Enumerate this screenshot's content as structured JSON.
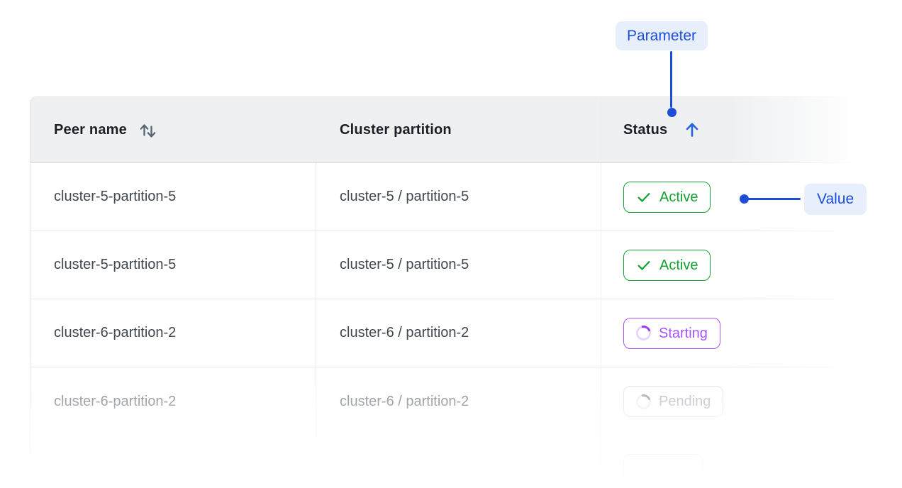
{
  "annotations": {
    "parameter_label": "Parameter",
    "value_label": "Value"
  },
  "table": {
    "columns": [
      {
        "label": "Peer name",
        "sort_icon": "sort-both-icon",
        "sort_state": "sortable"
      },
      {
        "label": "Cluster partition",
        "sort_state": "none"
      },
      {
        "label": "Status",
        "sort_icon": "arrow-up-icon",
        "sort_state": "ascending"
      }
    ],
    "rows": [
      {
        "peer_name": "cluster-5-partition-5",
        "cluster_partition": "cluster-5 / partition-5",
        "status": "Active",
        "status_kind": "active",
        "status_icon": "check-icon"
      },
      {
        "peer_name": "cluster-5-partition-5",
        "cluster_partition": "cluster-5 / partition-5",
        "status": "Active",
        "status_kind": "active",
        "status_icon": "check-icon"
      },
      {
        "peer_name": "cluster-6-partition-2",
        "cluster_partition": "cluster-6 / partition-2",
        "status": "Starting",
        "status_kind": "starting",
        "status_icon": "spinner-icon"
      },
      {
        "peer_name": "cluster-6-partition-2",
        "cluster_partition": "cluster-6 / partition-2",
        "status": "Pending",
        "status_kind": "pending",
        "status_icon": "spinner-icon"
      },
      {
        "peer_name": "",
        "cluster_partition": "",
        "status": "",
        "status_kind": "unknown",
        "status_icon": ""
      }
    ]
  },
  "colors": {
    "accent": "#1d4ed8",
    "annotation_bg": "#e8effc",
    "active": "#16a135",
    "starting": "#a855f7",
    "pending_text": "#989ea6",
    "pending_border": "#d3d6da",
    "header_bg": "#eef0f2",
    "header_text": "#1b1f26",
    "cell_text": "#424850",
    "sort_icon": "#5b6472",
    "sort_active": "#2563eb",
    "row_border": "#e7e9ec",
    "col_border": "#eceef0"
  }
}
